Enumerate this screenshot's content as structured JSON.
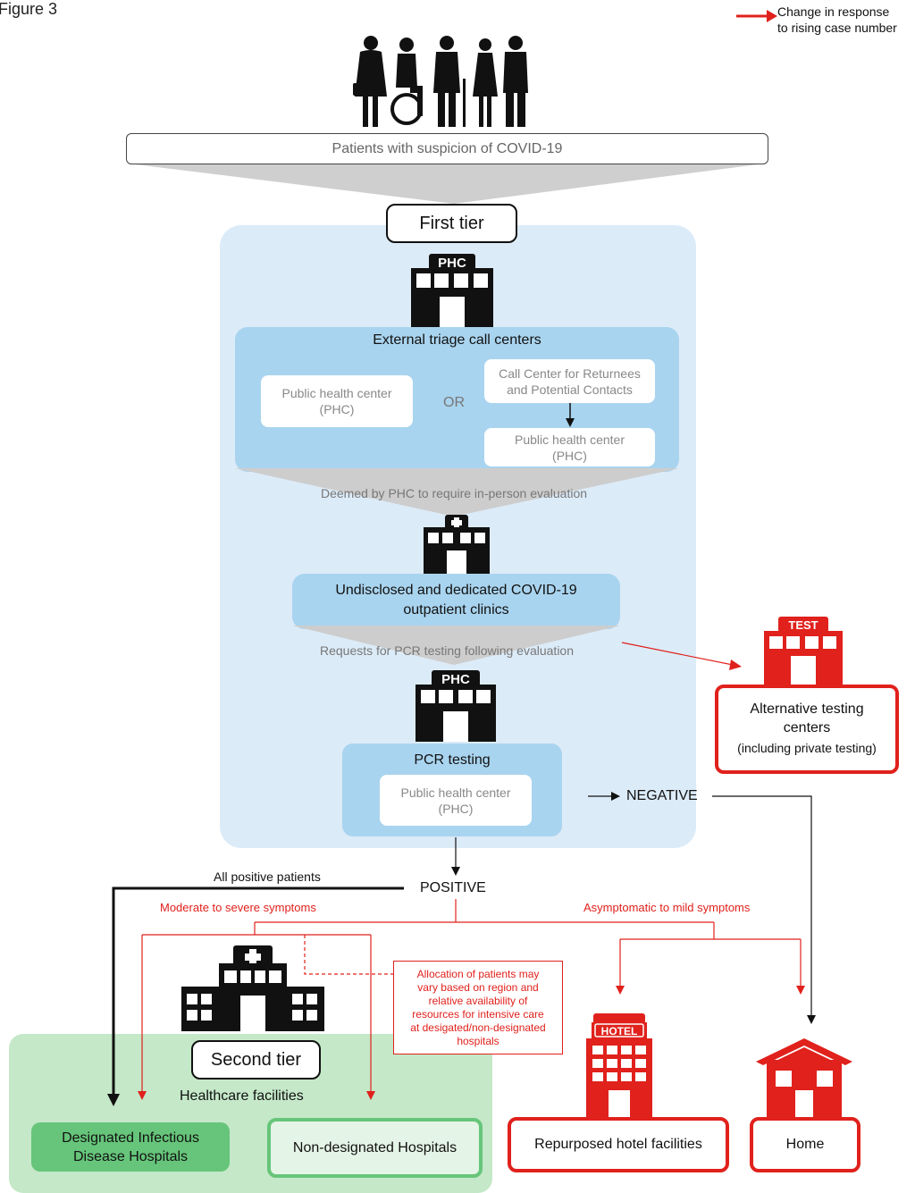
{
  "figure_label": "Figure 3",
  "legend": {
    "line1": "Change in response",
    "line2": "to rising case number",
    "color": "#e0211c"
  },
  "patients_label": "Patients with suspicion of COVID-19",
  "first_tier": "First tier",
  "phc_sign": "PHC",
  "external_triage": {
    "title": "External triage call centers",
    "phc_box": [
      "Public health center",
      "(PHC)"
    ],
    "or": "OR",
    "returnees_box": [
      "Call Center for Returnees",
      "and Potential Contacts"
    ],
    "phc_box2": [
      "Public health center",
      "(PHC)"
    ]
  },
  "deemed_label": "Deemed by PHC to require in-person evaluation",
  "outpatient": {
    "line1": "Undisclosed and dedicated COVID-19",
    "line2": "outpatient clinics"
  },
  "requests_label": "Requests for PCR testing following evaluation",
  "pcr": {
    "title": "PCR testing",
    "box": [
      "Public health center",
      "(PHC)"
    ]
  },
  "negative": "NEGATIVE",
  "positive": "POSITIVE",
  "all_positive": "All positive patients",
  "test_sign": "TEST",
  "alt_testing": {
    "line1": "Alternative testing",
    "line2": "centers",
    "line3": "(including private testing)"
  },
  "moderate_label": "Moderate to severe symptoms",
  "asymptomatic_label": "Asymptomatic to mild symptoms",
  "allocation_note": [
    "Allocation of patients may",
    "vary based on region and",
    "relative availability of",
    "resources for intensive care",
    "at desigated/non-designated",
    "hospitals"
  ],
  "second_tier": "Second tier",
  "healthcare_facilities": "Healthcare facilities",
  "designated": [
    "Designated Infectious",
    "Disease Hospitals"
  ],
  "non_designated": "Non-designated Hospitals",
  "hotel_sign": "HOTEL",
  "hotel": "Repurposed hotel facilities",
  "home": "Home",
  "colors": {
    "light_blue": "#dcebf8",
    "mid_blue": "#a9d4ef",
    "green": "#66c57a",
    "light_green": "#c4e8c8",
    "red": "#e0211c"
  }
}
